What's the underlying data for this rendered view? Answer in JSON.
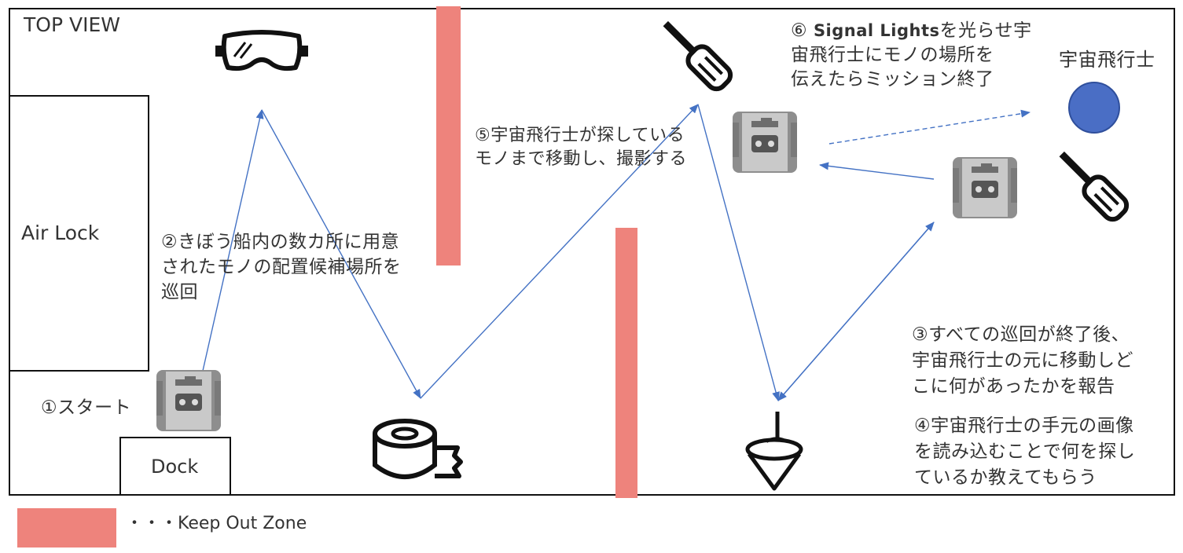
{
  "title": "TOP VIEW",
  "areas": {
    "airlock": "Air Lock",
    "dock": "Dock"
  },
  "legend": {
    "text": "・・・Keep Out Zone",
    "color": "#ee837c"
  },
  "steps": {
    "s1": "①スタート",
    "s2_lines": [
      "②きぼう船内の数カ所に用意",
      "されたモノの配置候補場所を",
      "巡回"
    ],
    "s3_lines": [
      "③すべての巡回が終了後、",
      "宇宙飛行士の元に移動しど",
      "こに何があったかを報告"
    ],
    "s4_lines": [
      "④宇宙飛行士の手元の画像",
      "を読み込むことで何を探し",
      "ているか教えてもらう"
    ],
    "s5_lines": [
      "⑤宇宙飛行士が探している",
      "モノまで移動し、撮影する"
    ],
    "s6_prefix": "⑥ ",
    "s6_bold": "Signal Lights",
    "s6_line1_rest": "を光らせ宇",
    "s6_line2": "宙飛行士にモノの場所を",
    "s6_line3": "伝えたらミッション終了"
  },
  "astronaut_label": "宇宙飛行士",
  "icons": [
    "goggles-icon",
    "screwdriver-icon",
    "tape-roll-icon",
    "spinning-top-icon",
    "robot-icon",
    "astronaut-circle"
  ],
  "colors": {
    "arrow": "#4472c4",
    "astronaut": "#4a6ec5",
    "robot_body": "#9a9a9a"
  }
}
